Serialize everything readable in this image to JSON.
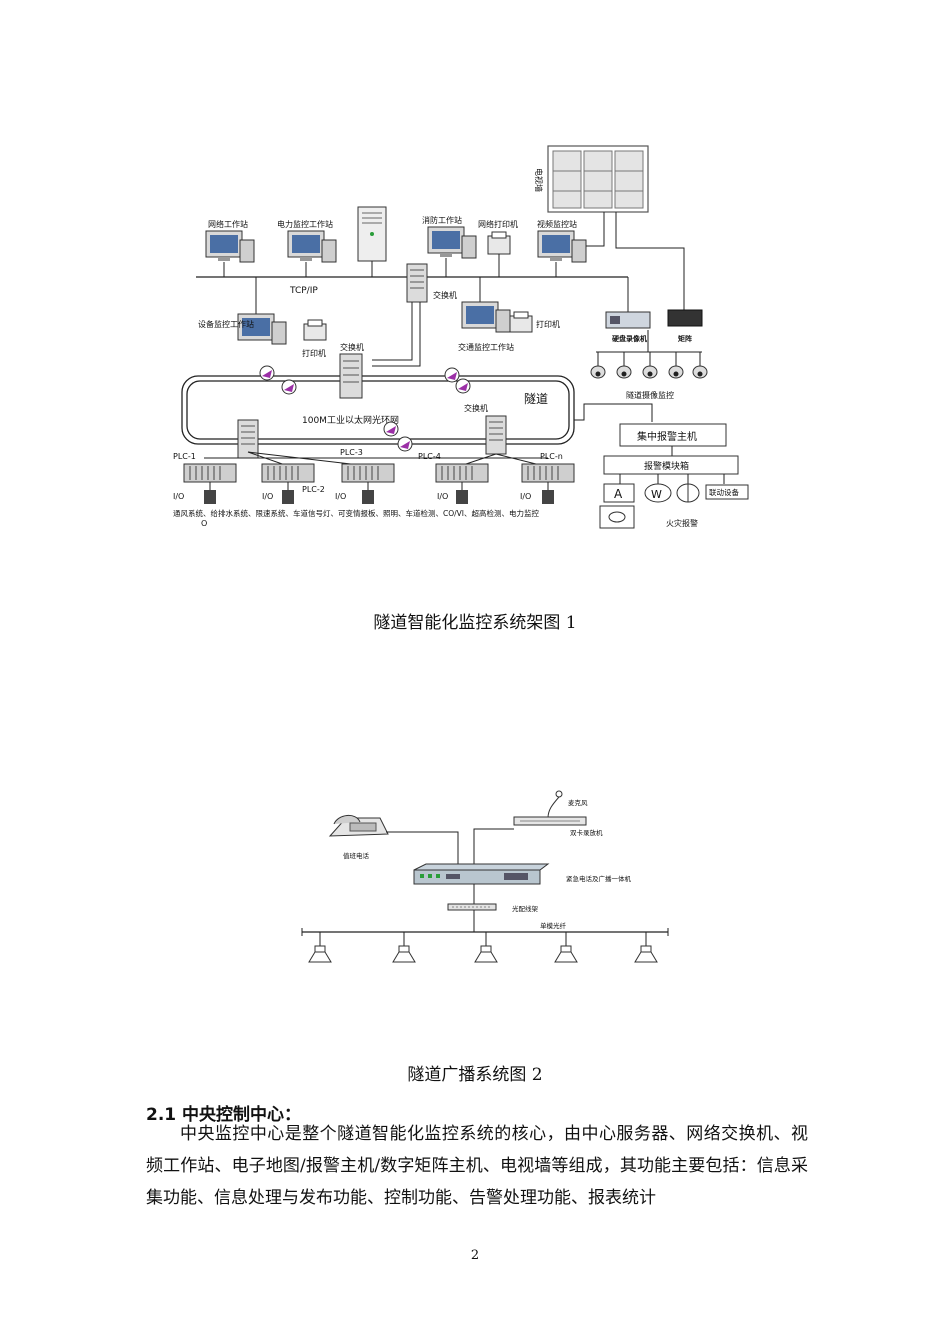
{
  "figure1": {
    "caption": "隧道智能化监控系统架图 1",
    "labels": {
      "tv_wall": "电视墙",
      "network_ws": "网络工作站",
      "power_ws": "电力监控工作站",
      "fire_ws": "消防工作站",
      "net_printer": "网络打印机",
      "video_ws": "视频监控站",
      "tcpip": "TCP/IP",
      "switch_top": "交换机",
      "equip_ws": "设备监控工作站",
      "printer_left": "打印机",
      "switch_ring_left": "交换机",
      "traffic_ws": "交通监控工作站",
      "printer_right": "打印机",
      "dvr": "硬盘录像机",
      "matrix": "矩阵",
      "tunnel": "隧道",
      "ring": "100M工业以太网光环网",
      "switch_ring_right": "交换机",
      "tunnel_camera": "隧道摄像监控",
      "alarm_host": "集中报警主机",
      "alarm_module": "报警模块箱",
      "a": "A",
      "w": "W",
      "link_device": "联动设备",
      "fire_alarm": "火灾报警",
      "plc1": "PLC-1",
      "plc2": "PLC-2",
      "plc3": "PLC-3",
      "plc4": "PLC-4",
      "plcn": "PLC-n",
      "io": "I/O",
      "subsystems": "通风系统、给排水系统、限速系统、车道信号灯、可变情报板、照明、车道检测、CO/VI、超高检测、电力监控",
      "o": "O"
    }
  },
  "figure2": {
    "caption": "隧道广播系统图 2",
    "labels": {
      "mic": "麦克风",
      "dual_recorder": "双卡录放机",
      "phone": "值班电话",
      "integrated": "紧急电话及广播一体机",
      "odf": "光配线架",
      "fiber": "单模光纤"
    }
  },
  "section": {
    "heading": "2.1 中央控制中心：",
    "paragraph": "中央监控中心是整个隧道智能化监控系统的核心，由中心服务器、网络交换机、视频工作站、电子地图/报警主机/数字矩阵主机、电视墙等组成，其功能主要包括：信息采集功能、信息处理与发布功能、控制功能、告警处理功能、报表统计"
  },
  "page_number": "2"
}
